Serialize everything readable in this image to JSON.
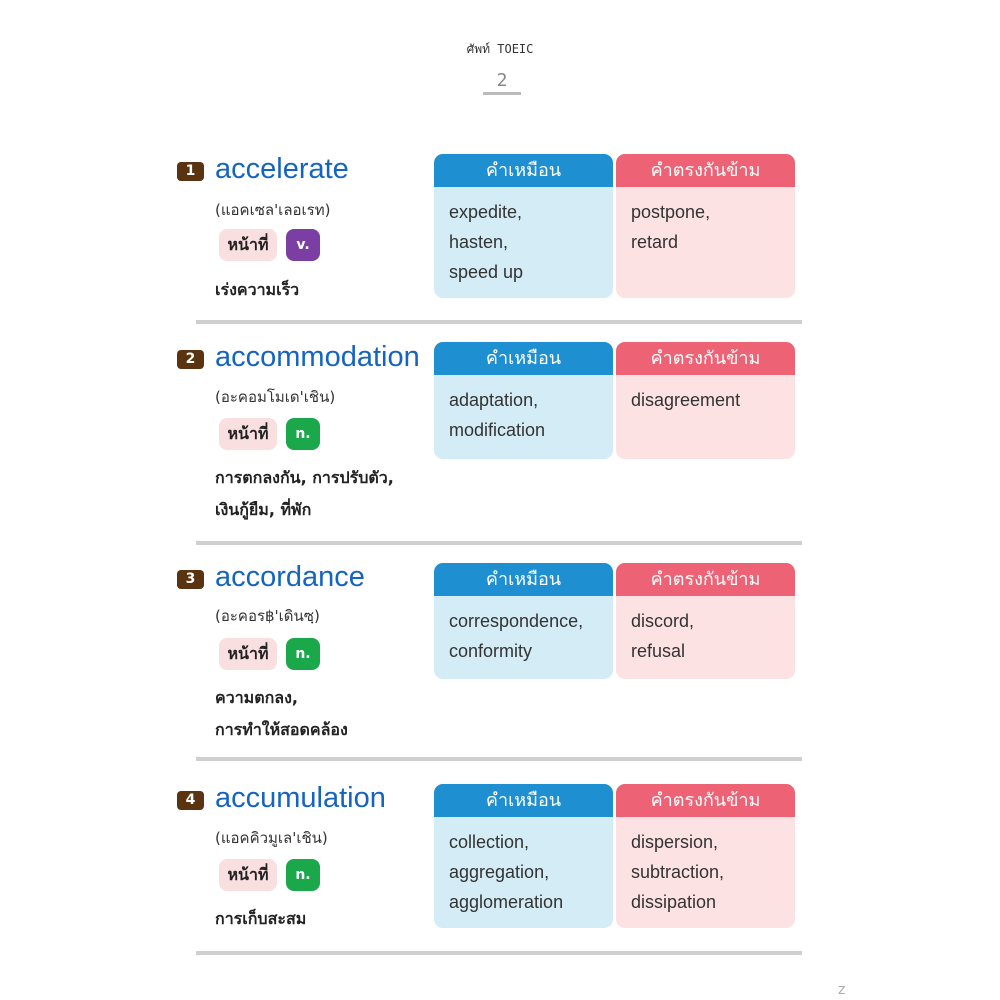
{
  "header": {
    "title": "ศัพท์ TOEIC",
    "page_number": "2"
  },
  "colors": {
    "word": "#1565c0",
    "synonym_header": "#1e8fd0",
    "synonym_body": "#d3ecf6",
    "antonym_header": "#ee6275",
    "antonym_body": "#fde2e3",
    "verb_badge": "#7b3fa4",
    "noun_badge": "#1aa84b",
    "number_badge": "#5a3410"
  },
  "labels": {
    "role": "หน้าที่",
    "synonyms": "คำเหมือน",
    "antonyms": "คำตรงกันข้าม"
  },
  "entries": [
    {
      "number": "1",
      "word": "accelerate",
      "pronunciation": "(แอคเซล'เลอเรท)",
      "pos": "v.",
      "meaning_lines": [
        "เร่งความเร็ว"
      ],
      "synonyms": [
        "expedite,",
        "hasten,",
        "speed up"
      ],
      "antonyms": [
        "postpone,",
        "retard"
      ]
    },
    {
      "number": "2",
      "word": "accommodation",
      "pronunciation": "(อะคอมโมเด'เชิน)",
      "pos": "n.",
      "meaning_lines": [
        "การตกลงกัน, การปรับตัว,",
        "เงินกู้ยืม, ที่พัก"
      ],
      "synonyms": [
        "adaptation,",
        "modification"
      ],
      "antonyms": [
        "disagreement"
      ]
    },
    {
      "number": "3",
      "word": "accordance",
      "pronunciation": "(อะคอร฿'เดินซฺ)",
      "pos": "n.",
      "meaning_lines": [
        "ความตกลง,",
        "การทำให้สอดคล้อง"
      ],
      "synonyms": [
        "correspondence,",
        "conformity"
      ],
      "antonyms": [
        "discord,",
        "refusal"
      ]
    },
    {
      "number": "4",
      "word": "accumulation",
      "pronunciation": "(แอคคิวมูเล'เชิน)",
      "pos": "n.",
      "meaning_lines": [
        "การเก็บสะสม"
      ],
      "synonyms": [
        "collection,",
        "aggregation,",
        "agglomeration"
      ],
      "antonyms": [
        "dispersion,",
        "subtraction,",
        "dissipation"
      ]
    }
  ],
  "footer": {
    "corner_mark": "z"
  }
}
